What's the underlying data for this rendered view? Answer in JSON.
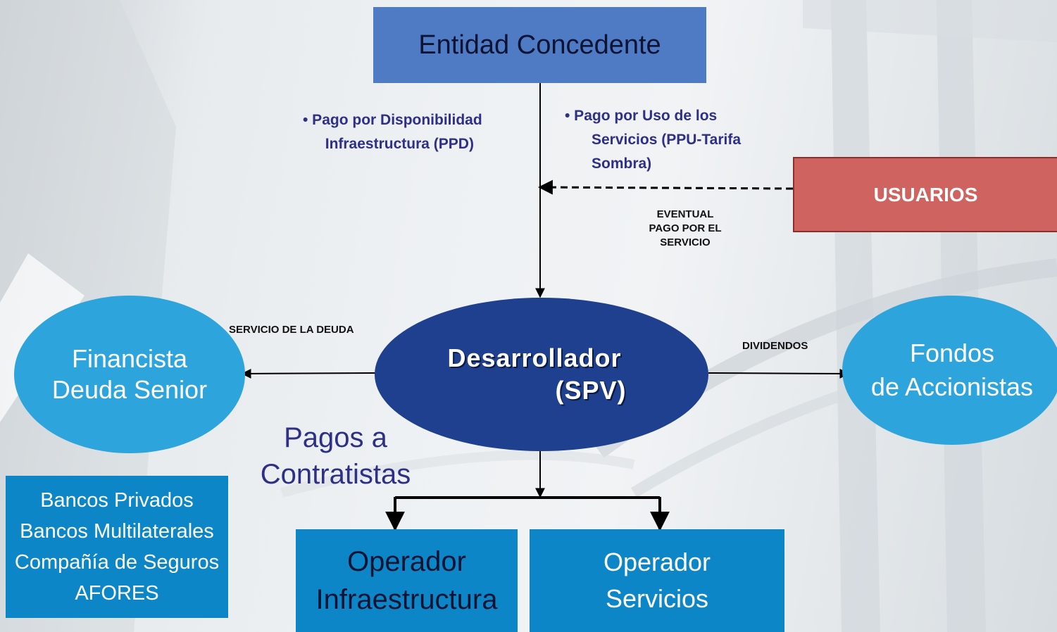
{
  "entidad": {
    "label": "Entidad Concedente"
  },
  "pago_ppd": {
    "lines": [
      "• Pago por Disponibilidad",
      "Infraestructura (PPD)"
    ]
  },
  "pago_ppu": {
    "lines": [
      "• Pago por  Uso de los",
      "Servicios (PPU-Tarifa",
      "Sombra)"
    ]
  },
  "usuarios": {
    "label": "USUARIOS"
  },
  "eventual": {
    "lines": [
      "EVENTUAL",
      "PAGO POR EL",
      "SERVICIO"
    ]
  },
  "servicio_deuda": {
    "label": "SERVICIO DE LA DEUDA"
  },
  "dividendos": {
    "label": "DIVIDENDOS"
  },
  "desarrollador": {
    "lines": [
      "Desarrollador",
      "(SPV)"
    ]
  },
  "financista": {
    "lines": [
      "Financista",
      "Deuda Senior"
    ]
  },
  "fondos": {
    "lines": [
      "Fondos",
      "de Accionistas"
    ]
  },
  "pagos_contratistas": {
    "lines": [
      "Pagos a",
      "Contratistas"
    ]
  },
  "bancos": {
    "lines": [
      "Bancos Privados",
      "Bancos Multilaterales",
      "Compañía de Seguros",
      "AFORES"
    ]
  },
  "operador_infra": {
    "lines": [
      "Operador",
      "Infraestructura"
    ]
  },
  "operador_serv": {
    "lines": [
      "Operador",
      "Servicios"
    ]
  },
  "colors": {
    "entidad_fill": "#4f7bc4",
    "usuarios_fill": "#cf6360",
    "spv_fill": "#1f3f8f",
    "ellipse_light": "#2ea4dd",
    "box_blue": "#0d86c8",
    "label_navy": "#2e2f86"
  }
}
